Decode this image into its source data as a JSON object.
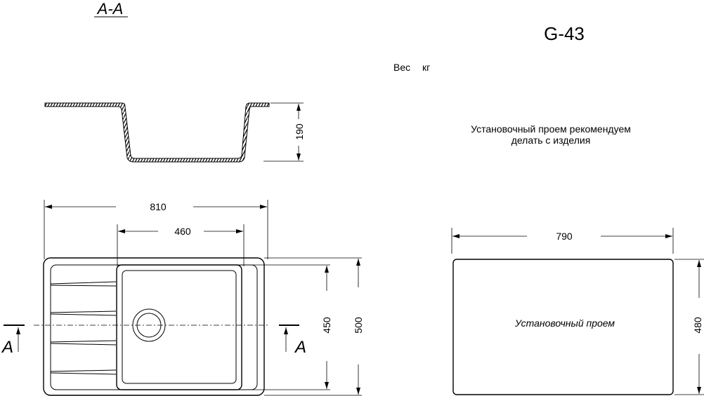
{
  "title": "G-43",
  "section_label": "A-A",
  "weight": {
    "label": "Вес",
    "unit": "кг"
  },
  "note": [
    "Установочный проем рекомендуем",
    "делать с изделия"
  ],
  "dimensions": {
    "depth": "190",
    "overall_length": "810",
    "bowl_width": "460",
    "bowl_depth": "450",
    "overall_width": "500",
    "cutout_length": "790",
    "cutout_width": "480"
  },
  "section_marker": "A",
  "cutout_label": "Установочный проем"
}
